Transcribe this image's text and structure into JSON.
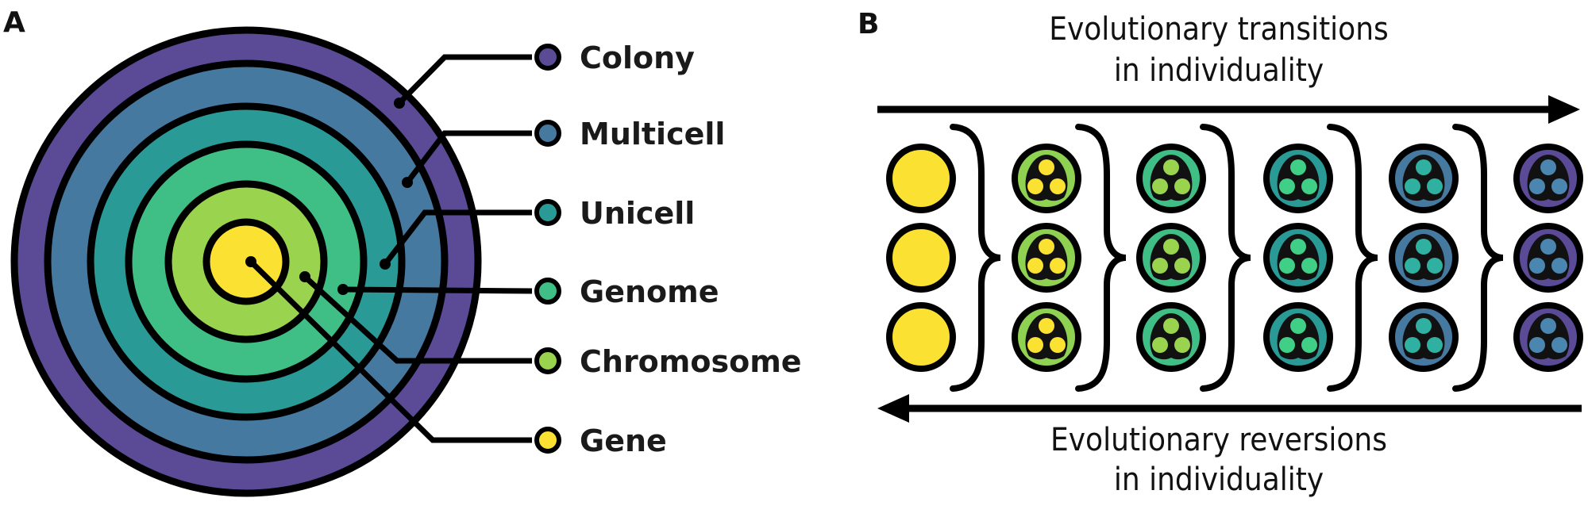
{
  "panel_a": {
    "label": "A",
    "levels": [
      {
        "name": "Colony",
        "color": "#5b4a96"
      },
      {
        "name": "Multicell",
        "color": "#46799f"
      },
      {
        "name": "Unicell",
        "color": "#2a9a96"
      },
      {
        "name": "Genome",
        "color": "#3fbf86"
      },
      {
        "name": "Chromosome",
        "color": "#9ad34e"
      },
      {
        "name": "Gene",
        "color": "#fbe131"
      }
    ]
  },
  "panel_b": {
    "label": "B",
    "top_caption": [
      "Evolutionary transitions",
      "in individuality"
    ],
    "bottom_caption": [
      "Evolutionary reversions",
      "in individuality"
    ],
    "stages": [
      {
        "outer": "#fbe131",
        "inner": null
      },
      {
        "outer": "#8fd150",
        "inner": "#fbe131"
      },
      {
        "outer": "#3fbf86",
        "inner": "#9ad34e"
      },
      {
        "outer": "#2a9a96",
        "inner": "#3fcf86"
      },
      {
        "outer": "#46799f",
        "inner": "#2fb0a0"
      },
      {
        "outer": "#5b4a96",
        "inner": "#4a86b0"
      }
    ],
    "rows_per_stage": 3
  }
}
